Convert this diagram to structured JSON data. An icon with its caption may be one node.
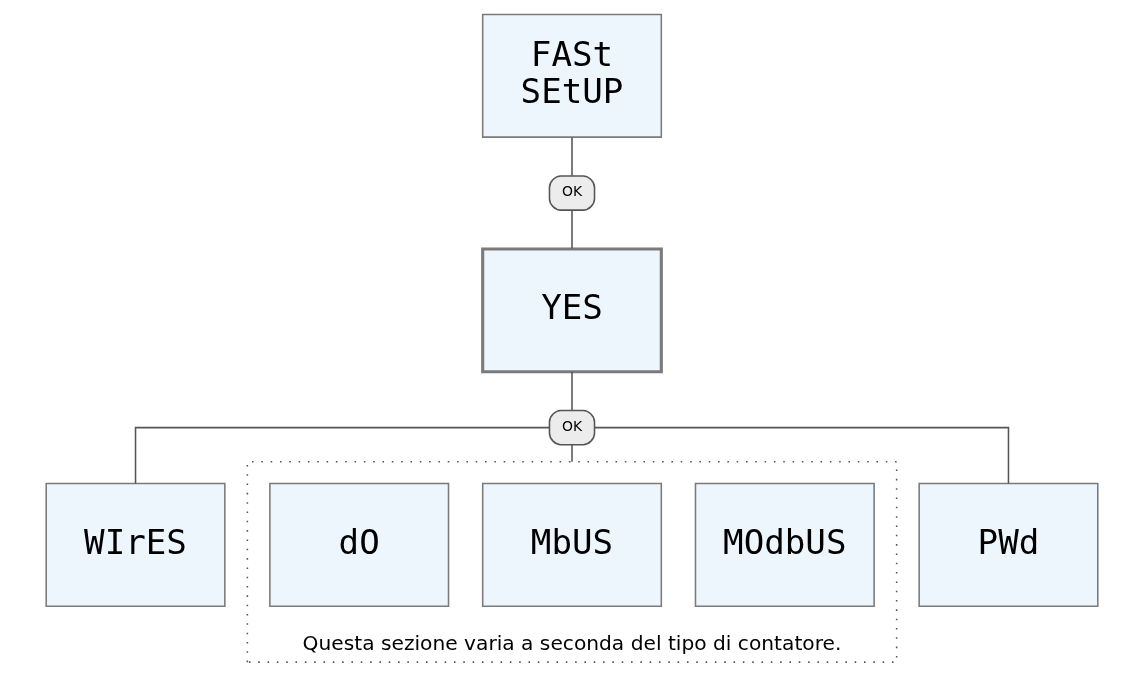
{
  "diagram": {
    "nodes": [
      {
        "text": [
          "FASt",
          "SEtUP"
        ]
      },
      {
        "text": [
          "OK"
        ]
      },
      {
        "text": [
          "YES"
        ]
      },
      {
        "text": [
          "OK"
        ]
      },
      {
        "text": [
          "WIrES"
        ]
      },
      {
        "text": [
          "Questa sezione varia a seconda del tipo di contatore."
        ]
      },
      {
        "text": [
          "MOdbUS"
        ],
        "in": 5
      },
      {
        "text": [
          "MbUS"
        ],
        "in": 5
      },
      {
        "text": [
          "dO"
        ],
        "in": 5
      },
      {
        "text": [
          "PWd"
        ]
      }
    ],
    "edges": [
      {
        "from": 0,
        "to": 1,
        "arrow": "none"
      },
      {
        "from": 1,
        "to": 2,
        "arrow": "none"
      },
      {
        "from": 2,
        "to": 3,
        "arrow": "none"
      },
      {
        "from": 3,
        "to": 4,
        "arrow": "none"
      },
      {
        "from": 3,
        "to": 5,
        "arrow": "none"
      },
      {
        "from": 3,
        "to": 9,
        "arrow": "none"
      }
    ]
  }
}
